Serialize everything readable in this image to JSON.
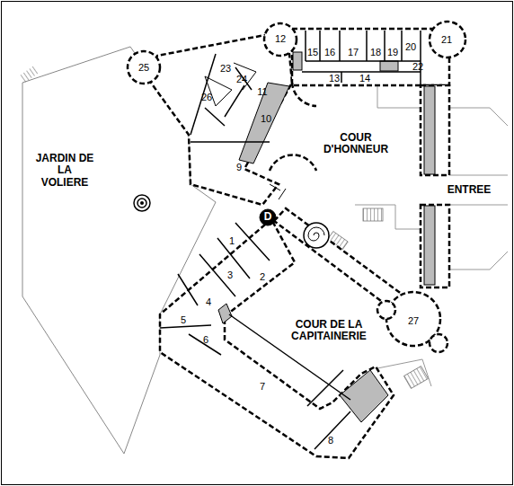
{
  "diagram": {
    "labels": [
      "JARDIN DE LA VOLIERE",
      "COUR D'HONNEUR",
      "COUR DE LA CAPITAINERIE",
      "ENTREE",
      "D",
      "1",
      "2",
      "3",
      "4",
      "5",
      "6",
      "7",
      "8",
      "9",
      "10",
      "11",
      "12",
      "13",
      "14",
      "15",
      "16",
      "17",
      "18",
      "19",
      "20",
      "21",
      "22",
      "23",
      "24",
      "25",
      "26",
      "27"
    ]
  }
}
